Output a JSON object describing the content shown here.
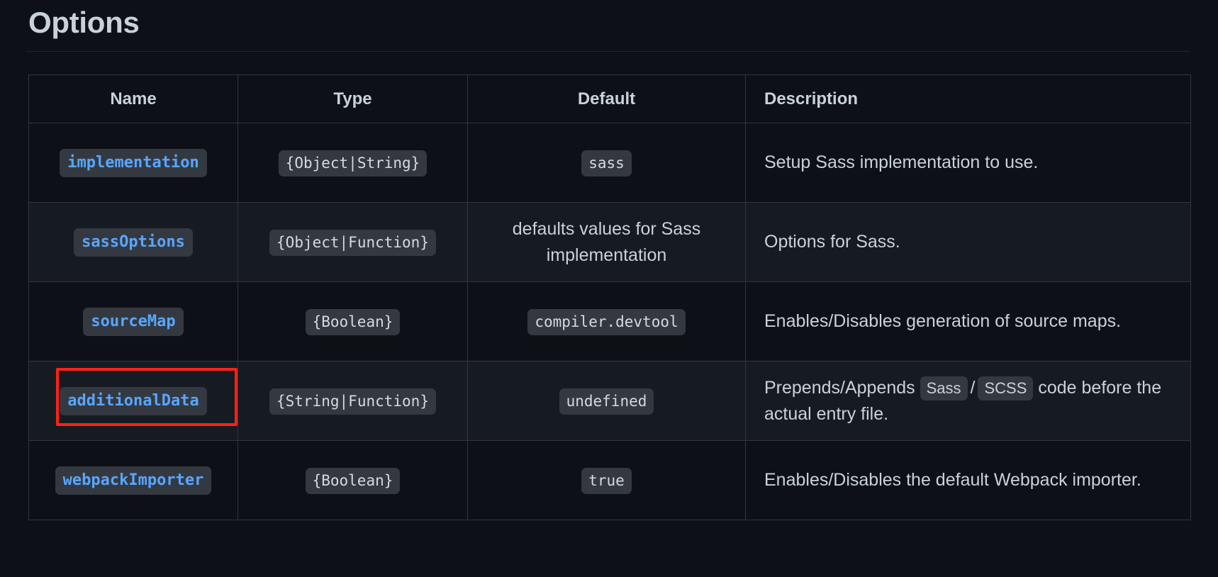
{
  "page": {
    "title": "Options",
    "background_color": "#0d1117",
    "text_color": "#c9d1d9",
    "code_link_color": "#58a6ff",
    "border_color": "#30363d",
    "pill_bg_color": "#343941",
    "row_alt_color": "#161b22",
    "annotation_color": "#ff2116"
  },
  "table": {
    "headers": {
      "name": "Name",
      "type": "Type",
      "default": "Default",
      "description": "Description"
    },
    "rows": [
      {
        "name": "implementation",
        "type": "{Object|String}",
        "default": "sass",
        "default_is_code": true,
        "description_prefix": "Setup Sass implementation to use.",
        "description_suffix": "",
        "desc_pill_a": "",
        "desc_pill_b": "",
        "highlighted": false
      },
      {
        "name": "sassOptions",
        "type": "{Object|Function}",
        "default": "defaults values for Sass implementation",
        "default_is_code": false,
        "description_prefix": "Options for Sass.",
        "description_suffix": "",
        "desc_pill_a": "",
        "desc_pill_b": "",
        "highlighted": false
      },
      {
        "name": "sourceMap",
        "type": "{Boolean}",
        "default": "compiler.devtool",
        "default_is_code": true,
        "description_prefix": "Enables/Disables generation of source maps.",
        "description_suffix": "",
        "desc_pill_a": "",
        "desc_pill_b": "",
        "highlighted": false
      },
      {
        "name": "additionalData",
        "type": "{String|Function}",
        "default": "undefined",
        "default_is_code": true,
        "description_prefix": "Prepends/Appends ",
        "desc_pill_a": "Sass",
        "desc_pill_b": "SCSS",
        "description_suffix": " code before the actual entry file.",
        "highlighted": true
      },
      {
        "name": "webpackImporter",
        "type": "{Boolean}",
        "default": "true",
        "default_is_code": true,
        "description_prefix": "Enables/Disables the default Webpack importer.",
        "description_suffix": "",
        "desc_pill_a": "",
        "desc_pill_b": "",
        "highlighted": false
      }
    ],
    "separator": "/"
  }
}
